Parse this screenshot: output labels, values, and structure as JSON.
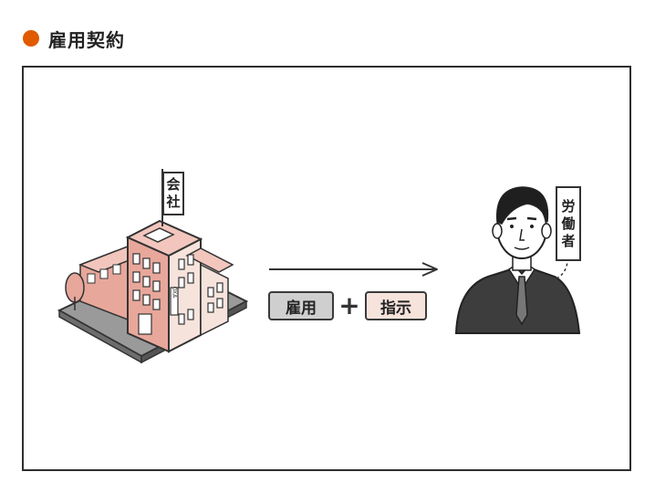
{
  "header": {
    "title": "雇用契約",
    "bullet_color": "#e05a00"
  },
  "diagram": {
    "company_sign": [
      "会",
      "社"
    ],
    "building_sign": "OXA",
    "worker_sign": [
      "労",
      "働",
      "者"
    ],
    "arrow": "right",
    "relation": {
      "left_tag": "雇用",
      "operator": "+",
      "right_tag": "指示"
    },
    "colors": {
      "building": "#e8a79b",
      "left_tag_bg": "#cfcfcf",
      "right_tag_bg": "#f6e3dc"
    }
  }
}
